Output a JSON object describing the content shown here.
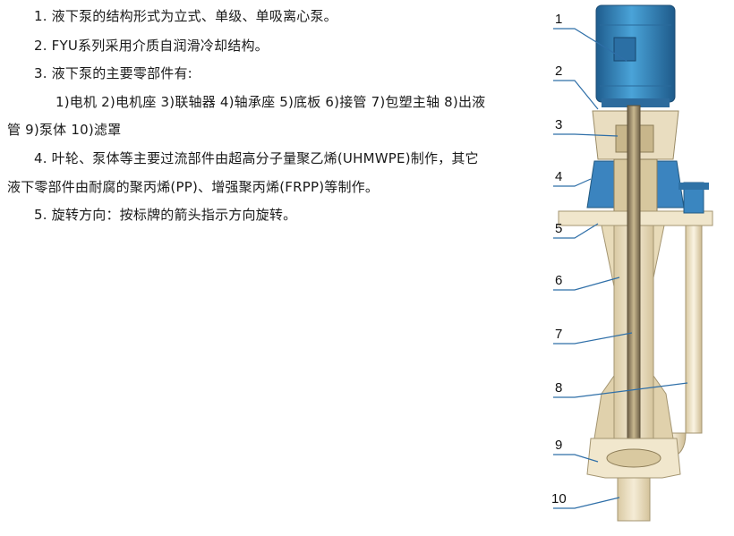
{
  "document": {
    "lines": [
      "1. 液下泵的结构形式为立式、单级、单吸离心泵。",
      "2. FYU系列采用介质自润滑冷却结构。",
      "3. 液下泵的主要零部件有:",
      "1)电机  2)电机座  3)联轴器  4)轴承座  5)底板  6)接管  7)包塑主轴  8)出液",
      "管  9)泵体  10)滤罩",
      "4. 叶轮、泵体等主要过流部件由超高分子量聚乙烯(UHMWPE)制作，其它",
      "液下零部件由耐腐的聚丙烯(PP)、增强聚丙烯(FRPP)等制作。",
      "5. 旋转方向：按标牌的箭头指示方向旋转。"
    ]
  },
  "diagram": {
    "callouts": [
      "1",
      "2",
      "3",
      "4",
      "5",
      "6",
      "7",
      "8",
      "9",
      "10"
    ],
    "colors": {
      "motor": "#3a8fc7",
      "pump_body": "#efe2c4",
      "shaft": "#8a7a5a",
      "accent": "#2f6fa8"
    }
  }
}
